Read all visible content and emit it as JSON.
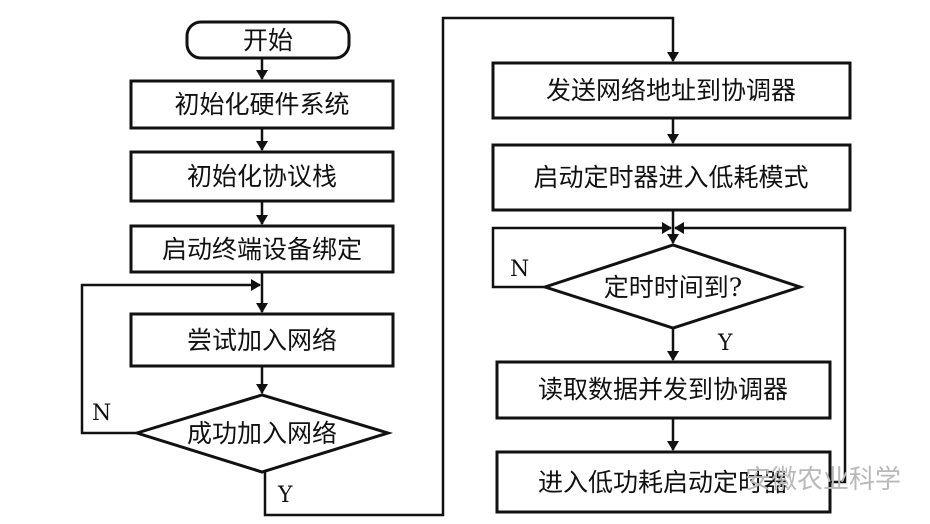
{
  "left_flow": {
    "start": "开始",
    "init_hw": "初始化硬件系统",
    "init_stack": "初始化协议栈",
    "bind": "启动终端设备绑定",
    "join": "尝试加入网络",
    "joined_q": "成功加入网络",
    "no": "N",
    "yes": "Y"
  },
  "right_flow": {
    "send_addr": "发送网络地址到协调器",
    "start_timer": "启动定时器进入低耗模式",
    "timer_q": "定时时间到?",
    "no": "N",
    "yes": "Y",
    "read_send": "读取数据并发到协调器",
    "low_power": "进入低功耗启动定时器"
  },
  "watermark": "安徽农业科学"
}
